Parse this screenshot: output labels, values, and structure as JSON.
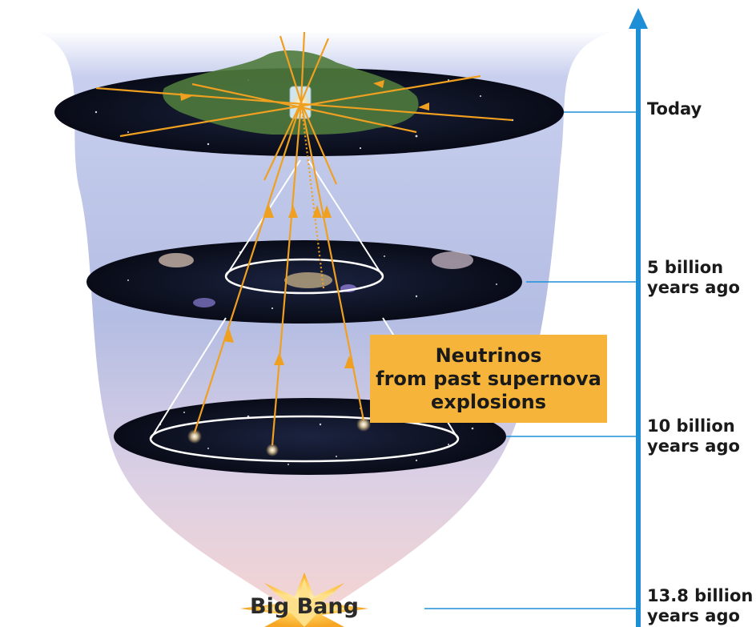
{
  "timeline": {
    "labels": [
      {
        "lines": [
          "Today"
        ]
      },
      {
        "lines": [
          "5 billion",
          "years ago"
        ]
      },
      {
        "lines": [
          "10 billion",
          "years ago"
        ]
      },
      {
        "lines": [
          "13.8 billion",
          "years ago"
        ]
      }
    ]
  },
  "callout": {
    "lines": [
      "Neutrinos",
      "from past supernova",
      "explosions"
    ]
  },
  "big_bang": {
    "label": "Big Bang"
  },
  "colors": {
    "timeline_axis": "#1e8fd6",
    "neutrino_rays": "#f0a020",
    "callout_fill": "#f6b53a",
    "ground_patch": "#4f7a3c",
    "universe_top": "#b9c3e6",
    "universe_bottom": "#f1d2d4",
    "space_disk": "#0b0f1e"
  }
}
